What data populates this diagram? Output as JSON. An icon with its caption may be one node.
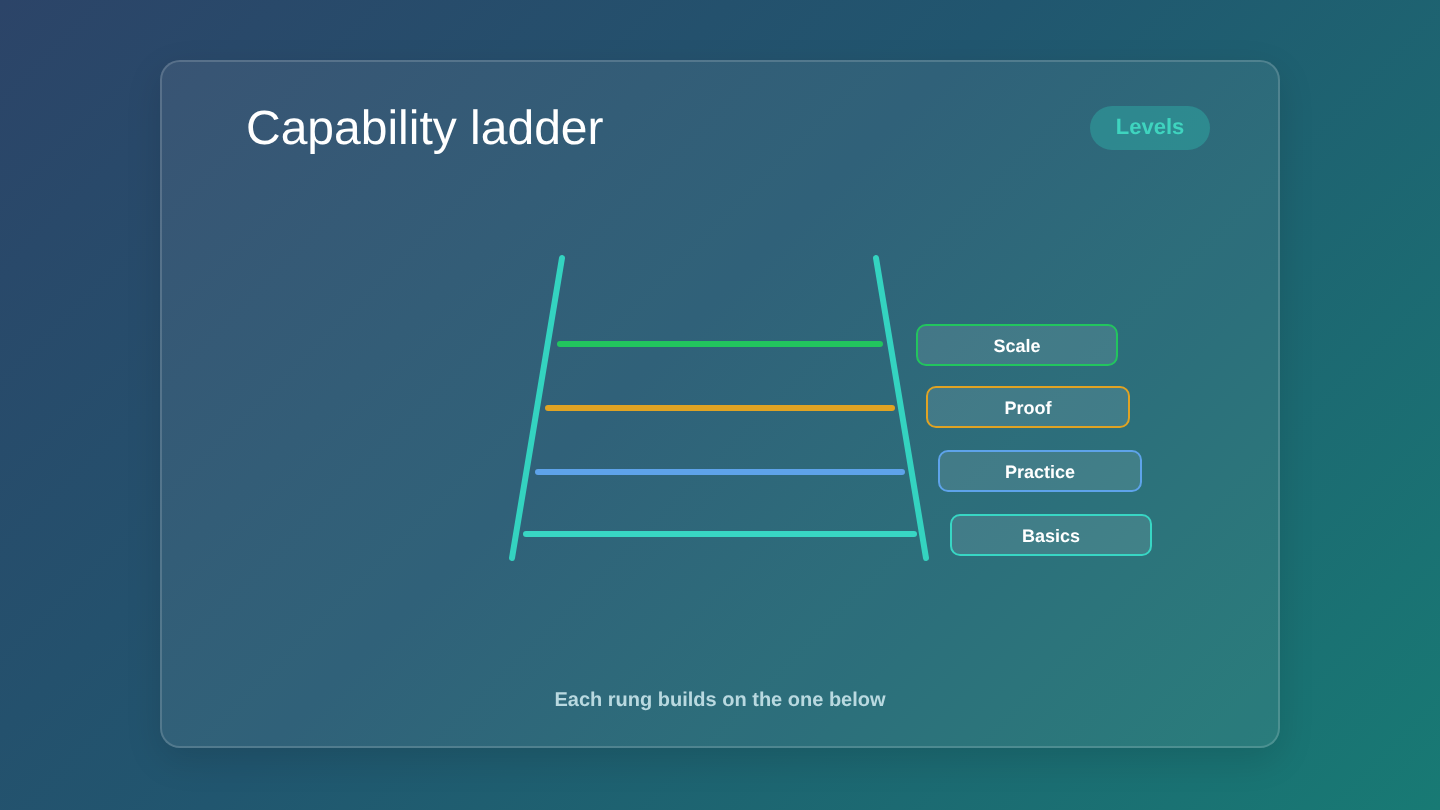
{
  "diagram": {
    "title": "Capability ladder",
    "caption": "Each rung builds on the one below",
    "nodes": [
      {
        "text": [
          "Levels"
        ]
      },
      {
        "text": [
          "Scale"
        ]
      },
      {
        "text": [
          "Proof"
        ]
      },
      {
        "text": [
          "Practice"
        ]
      },
      {
        "text": [
          "Basics"
        ]
      }
    ]
  }
}
